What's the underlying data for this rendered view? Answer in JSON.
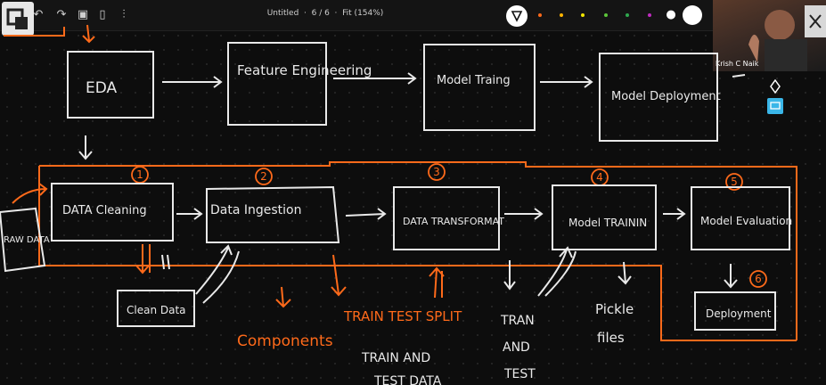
{
  "toolbar": {
    "title": "Untitled",
    "page_info": "6 / 6",
    "fit_label": "Fit (154%)"
  },
  "webcam": {
    "name": "Krish C Naik"
  },
  "diagram": {
    "top_boxes": [
      "EDA",
      "Feature Engineering",
      "Model Traing",
      "Model Deployment"
    ],
    "raw_data": "RAW DATA",
    "pipeline": [
      {
        "num": "1",
        "label": "DATA Cleaning"
      },
      {
        "num": "2",
        "label": "Data Ingestion"
      },
      {
        "num": "3",
        "label": "DATA TRANSFORMAT"
      },
      {
        "num": "4",
        "label": "Model TRAININ"
      },
      {
        "num": "5",
        "label": "Model Evaluation"
      }
    ],
    "step6_num": "6",
    "clean_data": "Clean Data",
    "deployment": "Deployment",
    "components": "Components",
    "train_test_split": "TRAIN TEST SPLIT",
    "train_and": "TRAIN AND",
    "test_data": "TEST DATA",
    "train_and_test": [
      "TRAN",
      "AND",
      "TEST"
    ],
    "pickle_files": [
      "Pickle",
      "files"
    ]
  },
  "colors": {
    "orange": "#ff6a1a",
    "white": "#e9e9e9",
    "background": "#0d0d0d"
  }
}
